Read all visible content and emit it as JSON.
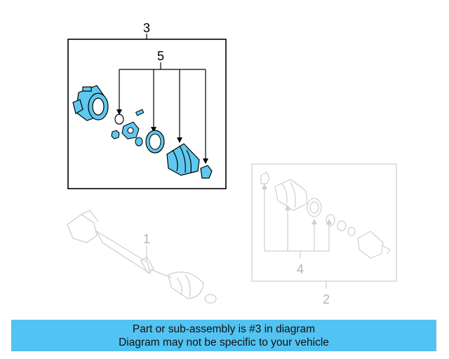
{
  "colors": {
    "banner_bg": "#52c3f2",
    "highlight_part": "#5fc8ee",
    "outline": "#000000",
    "faded_line": "#cfcfcf",
    "faded_text": "#b5b5b5"
  },
  "callouts": {
    "assembly": "3",
    "inner_parts": "5",
    "axle": "1",
    "outer_assembly": "2",
    "outer_parts": "4"
  },
  "banner": {
    "line1": "Part or sub-assembly is #3 in diagram",
    "line2": "Diagram may not be specific to your vehicle"
  }
}
